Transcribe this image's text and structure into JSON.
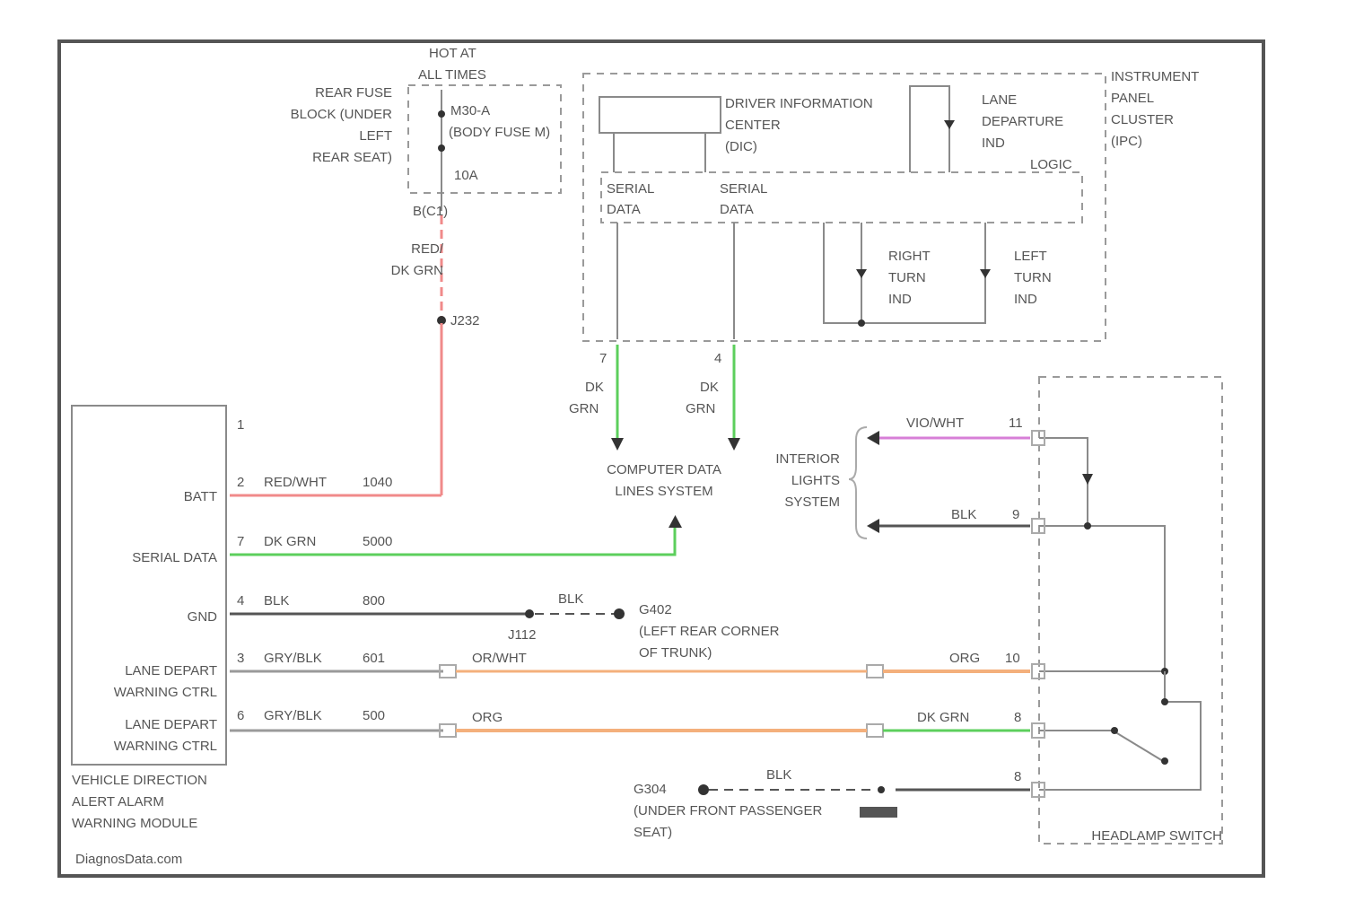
{
  "colors": {
    "red": "#f08a8a",
    "green": "#5ccf5c",
    "orange": "#f4b07c",
    "violet": "#d77fd7",
    "gray": "#9a9a9a",
    "black": "#555555"
  },
  "power": {
    "hot": "HOT AT",
    "hot2": "ALL TIMES",
    "fuse_block": [
      "REAR FUSE",
      "BLOCK (UNDER",
      "LEFT",
      "REAR SEAT)"
    ],
    "fuse_name": [
      "M30-A",
      "(BODY FUSE M)"
    ],
    "fuse_rating": "10A",
    "pin": "B(C1)",
    "wire_color": [
      "RED/",
      "DK GRN"
    ],
    "splice": "J232"
  },
  "ipc": {
    "title": [
      "INSTRUMENT",
      "PANEL",
      "CLUSTER",
      "(IPC)"
    ],
    "dic": [
      "DRIVER INFORMATION",
      "CENTER",
      "(DIC)"
    ],
    "lane": [
      "LANE",
      "DEPARTURE",
      "IND"
    ],
    "logic": "LOGIC",
    "serial1": [
      "SERIAL",
      "DATA"
    ],
    "serial2": [
      "SERIAL",
      "DATA"
    ],
    "right_turn": [
      "RIGHT",
      "TURN",
      "IND"
    ],
    "left_turn": [
      "LEFT",
      "TURN",
      "IND"
    ],
    "pin1": "7",
    "pin2": "4",
    "wire1": [
      "DK",
      "GRN"
    ],
    "wire2": [
      "DK",
      "GRN"
    ]
  },
  "computer": [
    "COMPUTER DATA",
    "LINES SYSTEM"
  ],
  "interior": [
    "INTERIOR",
    "LIGHTS",
    "SYSTEM"
  ],
  "module": {
    "title": [
      "VEHICLE DIRECTION",
      "ALERT ALARM",
      "WARNING MODULE"
    ],
    "pins": [
      {
        "label": "",
        "num": "1",
        "color": "",
        "circuit": ""
      },
      {
        "label": "BATT",
        "num": "2",
        "color": "RED/WHT",
        "circuit": "1040"
      },
      {
        "label": "SERIAL DATA",
        "num": "7",
        "color": "DK GRN",
        "circuit": "5000"
      },
      {
        "label": "GND",
        "num": "4",
        "color": "BLK",
        "circuit": "800"
      },
      {
        "label": [
          "LANE DEPART",
          "WARNING CTRL"
        ],
        "num": "3",
        "color": "GRY/BLK",
        "circuit": "601"
      },
      {
        "label": [
          "LANE DEPART",
          "WARNING CTRL"
        ],
        "num": "6",
        "color": "GRY/BLK",
        "circuit": "500"
      }
    ]
  },
  "ground": {
    "blk1": "BLK",
    "blk2": "BLK",
    "splice": "J112",
    "g402": "G402",
    "g402_loc": [
      "(LEFT REAR CORNER",
      "OF TRUNK)"
    ],
    "g304": "G304",
    "g304_loc": [
      "(UNDER FRONT PASSENGER",
      "SEAT)"
    ]
  },
  "wires": {
    "org_wht": "OR/WHT",
    "org": "ORG",
    "org_r": "ORG",
    "dk_grn_r": "DK GRN",
    "violet": "VIO/WHT",
    "blk_int": "BLK",
    "pin_10": "10",
    "pin_11": "11",
    "pin_8a": "8",
    "pin_9": "9",
    "pin_8b": "8"
  },
  "headlamp": "HEADLAMP SWITCH",
  "watermark": "DiagnosData.com"
}
